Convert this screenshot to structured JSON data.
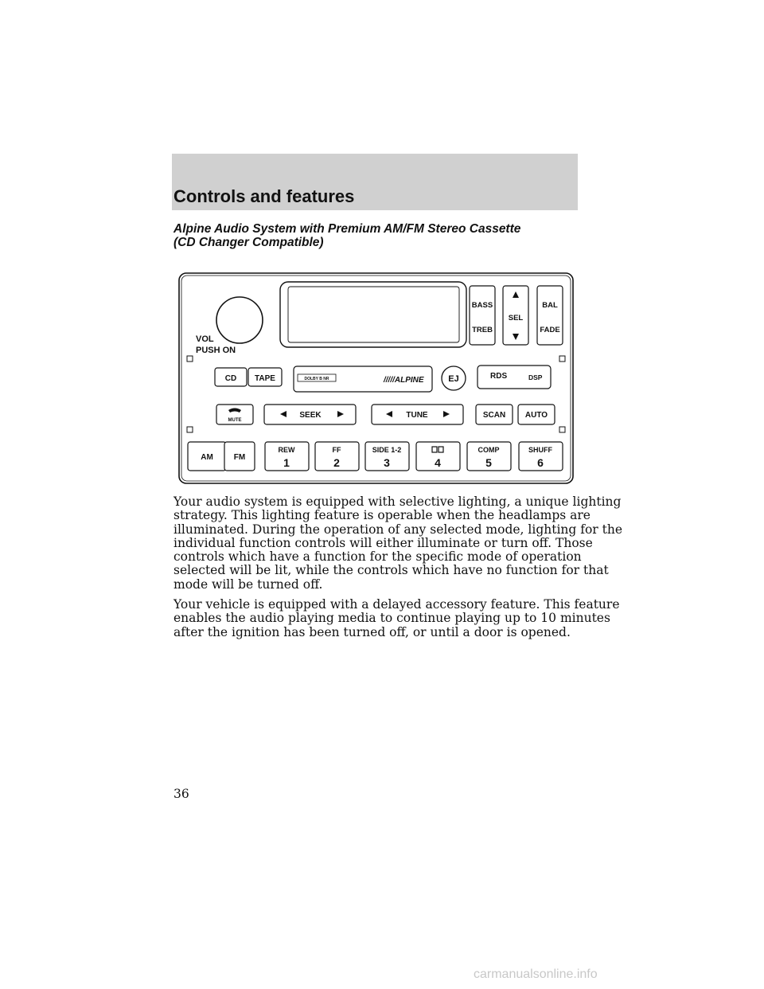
{
  "header": {
    "title": "Controls and features"
  },
  "section": {
    "heading_lines": [
      "Alpine Audio System with Premium AM/FM Stereo Cassette",
      "(CD Changer Compatible)"
    ]
  },
  "radio": {
    "vol_label": "VOL",
    "push_on_label": "PUSH ON",
    "bass_label": "BASS",
    "treb_label": "TREB",
    "sel_label": "SEL",
    "bal_label": "BAL",
    "fade_label": "FADE",
    "cd_label": "CD",
    "tape_label": "TAPE",
    "dolby_label": "DOLBY B NR",
    "brand_label": "/////ALPINE",
    "ej_label": "EJ",
    "rds_label": "RDS",
    "dsp_label": "DSP",
    "mute_label": "MUTE",
    "seek_label": "SEEK",
    "tune_label": "TUNE",
    "scan_label": "SCAN",
    "auto_label": "AUTO",
    "am_label": "AM",
    "fm_label": "FM",
    "presets": [
      {
        "label": "REW",
        "number": "1"
      },
      {
        "label": "FF",
        "number": "2"
      },
      {
        "label": "SIDE 1-2",
        "number": "3"
      },
      {
        "label": "",
        "number": "4"
      },
      {
        "label": "COMP",
        "number": "5"
      },
      {
        "label": "SHUFF",
        "number": "6"
      }
    ]
  },
  "body": {
    "paragraphs": [
      {
        "lines": [
          "Your audio system is equipped with selective lighting, a unique lighting",
          "strategy. This lighting feature is operable when the headlamps are",
          "illuminated. During the operation of any selected mode, lighting for the",
          "individual function controls will either illuminate or turn off. Those",
          "controls which have a function for the specific mode of operation",
          "selected will be lit, while the controls which have no function for that",
          "mode will be turned off."
        ]
      },
      {
        "lines": [
          "Your vehicle is equipped with a delayed accessory feature. This feature",
          "enables the audio playing media to continue playing up to 10 minutes",
          "after the ignition has been turned off, or until a door is opened."
        ]
      }
    ]
  },
  "page_number": "36",
  "watermark": "carmanualsonline.info"
}
